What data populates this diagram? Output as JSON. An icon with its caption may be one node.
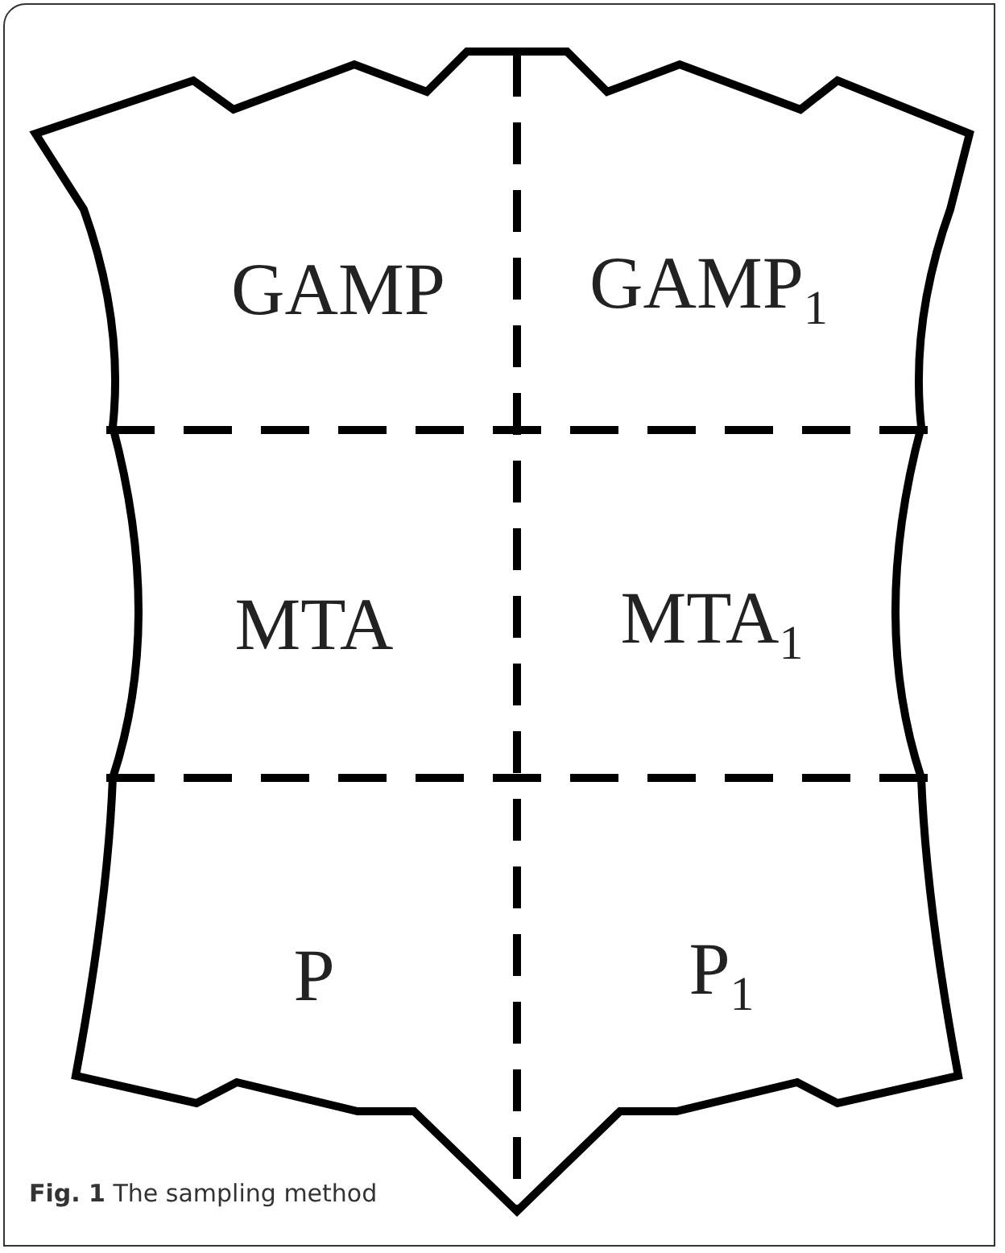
{
  "diagram": {
    "caption": "**Fig. 1** The sampling method",
    "labels": [
      "GAMP",
      "GAMP$_{1}$",
      "MTA",
      "MTA$_{1}$",
      "P",
      "P$_{1}$"
    ]
  }
}
